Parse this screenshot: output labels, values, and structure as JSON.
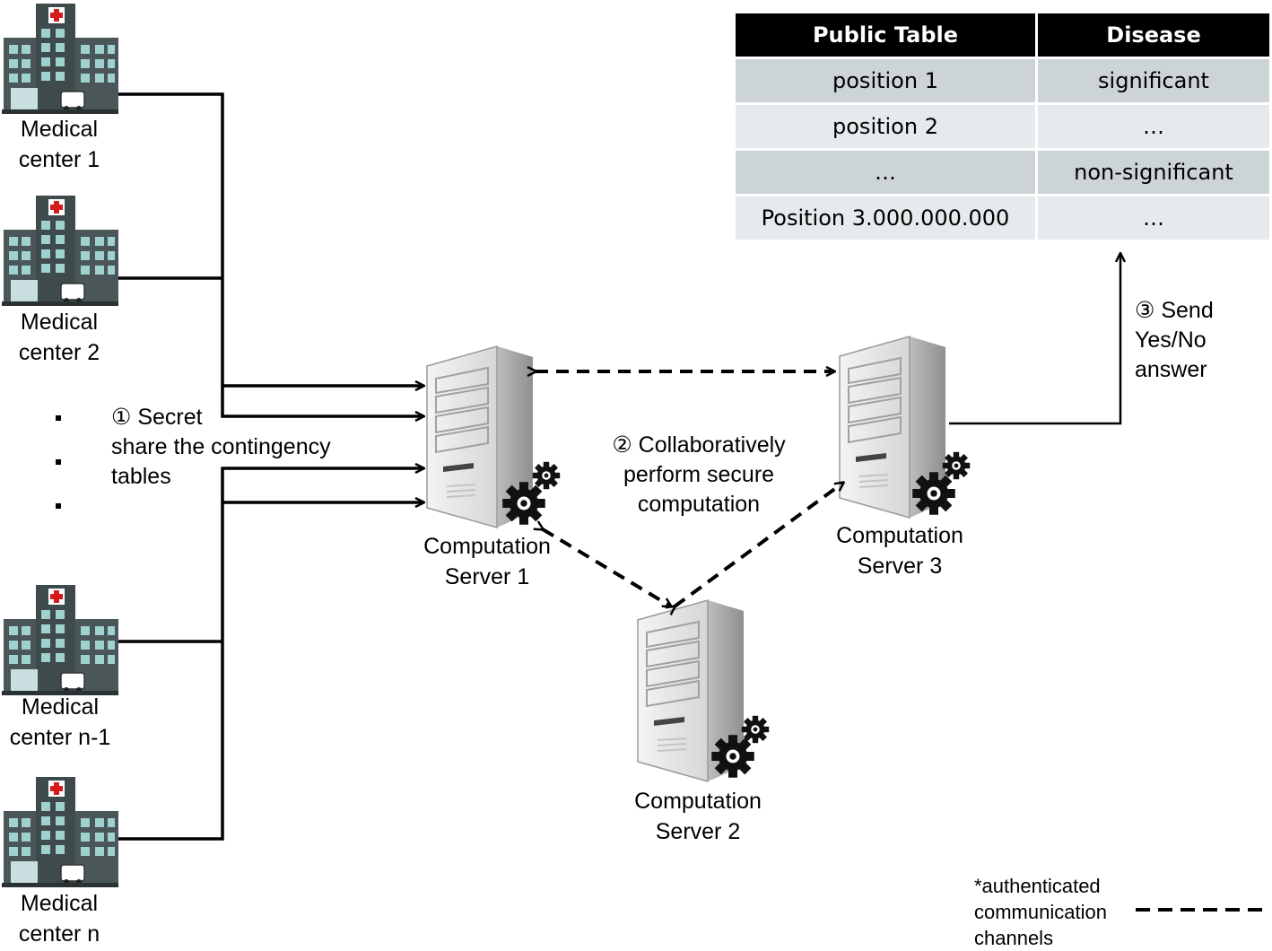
{
  "medical_centers": [
    {
      "label_lines": [
        "Medical",
        "center 1"
      ]
    },
    {
      "label_lines": [
        "Medical",
        "center 2"
      ]
    },
    {
      "label_lines": [
        "Medical",
        "center n-1"
      ]
    },
    {
      "label_lines": [
        "Medical",
        "center n"
      ]
    }
  ],
  "servers": [
    {
      "label_lines": [
        "Computation",
        "Server 1"
      ]
    },
    {
      "label_lines": [
        "Computation",
        "Server 2"
      ]
    },
    {
      "label_lines": [
        "Computation",
        "Server 3"
      ]
    }
  ],
  "steps": [
    {
      "lines": [
        "① Secret",
        "share the contingency",
        "tables"
      ]
    },
    {
      "lines": [
        "② Collaboratively",
        "perform secure",
        "computation"
      ]
    },
    {
      "lines": [
        "③ Send",
        "Yes/No",
        "answer"
      ]
    }
  ],
  "table": {
    "headers": [
      "Public Table",
      "Disease"
    ],
    "rows": [
      [
        "position 1",
        "significant"
      ],
      [
        "position 2",
        "…"
      ],
      [
        "…",
        "non-significant"
      ],
      [
        "Position 3.000.000.000",
        "…"
      ]
    ]
  },
  "legend": {
    "lines": [
      "*authenticated",
      "communication",
      "channels"
    ]
  },
  "icons": {
    "hospital": "hospital-icon",
    "server": "server-tower-icon",
    "gear": "gear-icon"
  }
}
